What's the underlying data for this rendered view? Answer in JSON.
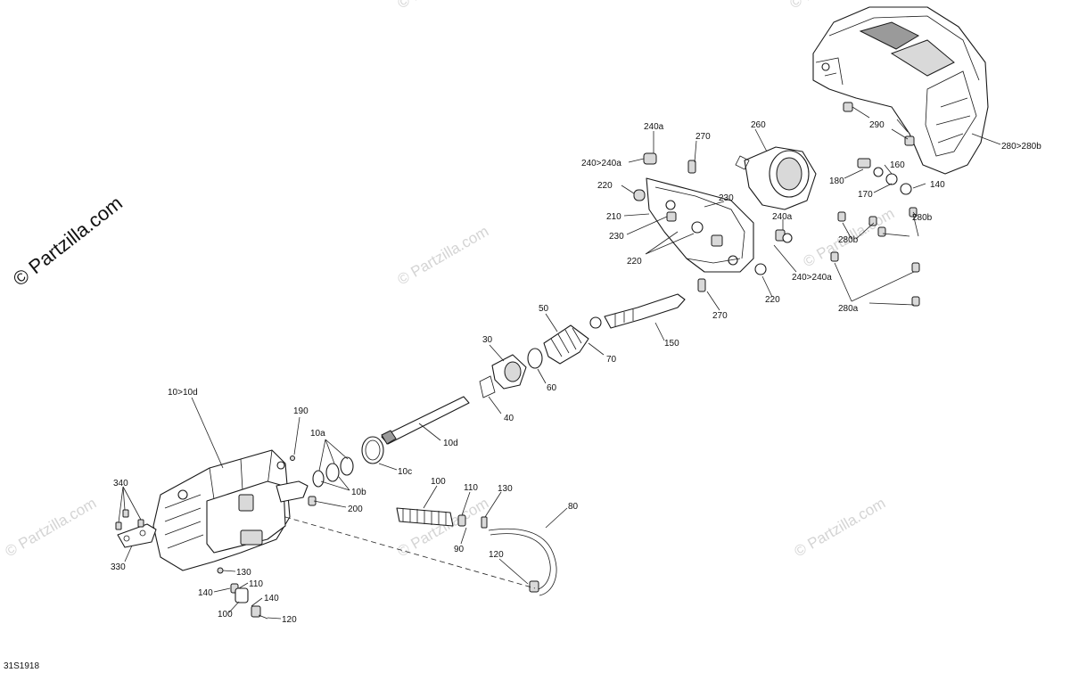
{
  "watermark": {
    "main": "© Partzilla.com",
    "faint": "© Partzilla.com"
  },
  "drawing_code": "31S1918",
  "labels": {
    "l240a_top": "240a",
    "l270_top": "270",
    "l260": "260",
    "l290": "290",
    "l280_280b": "280>280b",
    "l240_240a_top": "240>240a",
    "l220_top": "220",
    "l230_top": "230",
    "l210": "210",
    "l230_mid": "230",
    "l220_mid": "220",
    "l240a_mid": "240a",
    "l240_240a_mid": "240>240a",
    "l220_bot": "220",
    "l270_bot": "270",
    "l160": "160",
    "l180": "180",
    "l170": "170",
    "l140_top": "140",
    "l280b_a": "280b",
    "l280b_b": "280b",
    "l280a": "280a",
    "l50": "50",
    "l30": "30",
    "l150": "150",
    "l70": "70",
    "l60": "60",
    "l40": "40",
    "l10_10d": "10>10d",
    "l190": "190",
    "l10a": "10a",
    "l10d": "10d",
    "l10c": "10c",
    "l10b": "10b",
    "l200": "200",
    "l340": "340",
    "l330": "330",
    "l100_top": "100",
    "l110_top": "110",
    "l130_top": "130",
    "l80": "80",
    "l90": "90",
    "l120_mid": "120",
    "l130_bot": "130",
    "l110_bot": "110",
    "l140_bot_a": "140",
    "l140_bot_b": "140",
    "l100_bot": "100",
    "l120_bot": "120"
  }
}
